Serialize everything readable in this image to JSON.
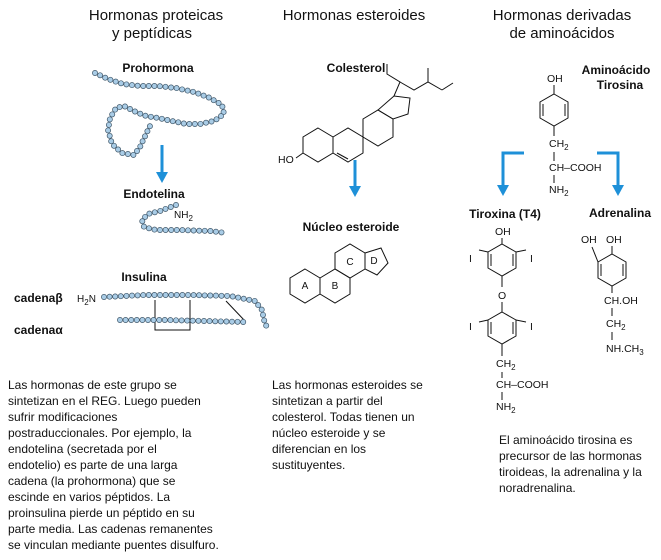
{
  "columns": {
    "proteic": {
      "title": [
        "Hormonas proteicas",
        "y peptídicas"
      ],
      "labels": {
        "prohormone": "Prohormona",
        "endothelin": "Endotelina",
        "nh2": "NH",
        "nh2_sub": "2",
        "insulin": "Insulina",
        "chain_beta": "cadenaβ",
        "h2n": "H",
        "h2n_sub": "2",
        "h2n_end": "N",
        "chain_alpha": "cadenaα"
      },
      "description": [
        "Las hormonas de este grupo se",
        "sintetizan en el REG. Luego pueden",
        "sufrir modificaciones",
        "postraduccionales. Por ejemplo, la",
        "endotelina (secretada por el",
        "endotelio) es parte de una larga",
        "cadena (la prohormona) que se",
        "escinde en varios péptidos. La",
        "proinsulina pierde un péptido en su",
        "parte media. Las cadenas remanentes",
        "se vinculan mediante puentes disulfuro."
      ]
    },
    "steroid": {
      "title": [
        "Hormonas esteroides"
      ],
      "labels": {
        "cholesterol": "Colesterol",
        "ho": "HO",
        "nucleus": "Núcleo esteroide",
        "ring_a": "A",
        "ring_b": "B",
        "ring_c": "C",
        "ring_d": "D"
      },
      "description": [
        "Las hormonas esteroides se",
        "sintetizan a partir del",
        "colesterol. Todas tienen un",
        "núcleo esteroide y se",
        "diferencian en los",
        "sustituyentes."
      ]
    },
    "amino": {
      "title": [
        "Hormonas derivadas",
        "de aminoácidos"
      ],
      "labels": {
        "amino_acid": "Aminoácido",
        "tyrosine": "Tirosina",
        "oh": "OH",
        "ch2_c": "CH",
        "ch2_sub": "2",
        "ch_cooh": "CH–COOH",
        "nh2_n": "NH",
        "nh2_sub": "2",
        "thyroxine": "Tiroxina (T4)",
        "adrenaline": "Adrenalina",
        "iodine": "I",
        "o_bridge": "O",
        "choh": "CH.OH",
        "nhch3_a": "NH.CH",
        "nhch3_sub": "3"
      },
      "description": [
        "El aminoácido tirosina es",
        "precursor de las hormonas",
        "tiroideas, la adrenalina y la",
        "noradrenalina."
      ]
    }
  },
  "colors": {
    "bead_fill": "#a9cce6",
    "bead_stroke": "#3f5668",
    "arrow": "#1e90d8",
    "text": "#111111"
  }
}
